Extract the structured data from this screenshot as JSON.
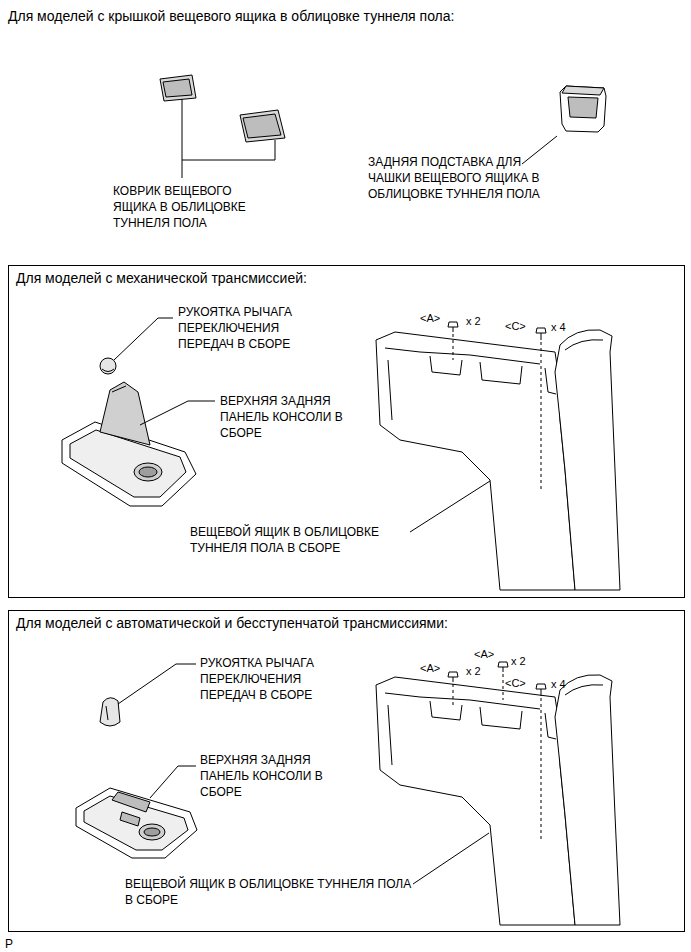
{
  "diagram": {
    "title": "Для моделей с крышкой вещевого ящика в облицовке туннеля пола:",
    "nodes": [
      {
        "text": [
          "Для моделей с механической трансмиссией:"
        ]
      },
      {
        "text": [
          "Для моделей с автоматической и бесступенчатой трансмиссиями:"
        ]
      }
    ],
    "labels": [
      "КОВРИК ВЕЩЕВОГО ЯЩИКА В ОБЛИЦОВКЕ ТУННЕЛЯ ПОЛА",
      "ЗАДНЯЯ ПОДСТАВКА ДЛЯ ЧАШКИ ВЕЩЕВОГО ЯЩИКА В ОБЛИЦОВКЕ ТУННЕЛЯ ПОЛА",
      "РУКОЯТКА РЫЧАГА ПЕРЕКЛЮЧЕНИЯ ПЕРЕДАЧ В СБОРЕ",
      "<A>",
      "x 2",
      "<C>",
      "x 4",
      "ВЕРХНЯЯ ЗАДНЯЯ ПАНЕЛЬ КОНСОЛИ В СБОРЕ",
      "ВЕЩЕВОЙ ЯЩИК В ОБЛИЦОВКЕ ТУННЕЛЯ ПОЛА В СБОРЕ",
      "РУКОЯТКА РЫЧАГА ПЕРЕКЛЮЧЕНИЯ ПЕРЕДАЧ В СБОРЕ",
      "<A>",
      "x 2",
      "<A>",
      "x 2",
      "<C>",
      "x 4",
      "ВЕРХНЯЯ ЗАДНЯЯ ПАНЕЛЬ КОНСОЛИ В СБОРЕ",
      "ВЕЩЕВОЙ ЯЩИК В ОБЛИЦОВКЕ ТУННЕЛЯ ПОЛА В СБОРЕ",
      "P"
    ]
  }
}
